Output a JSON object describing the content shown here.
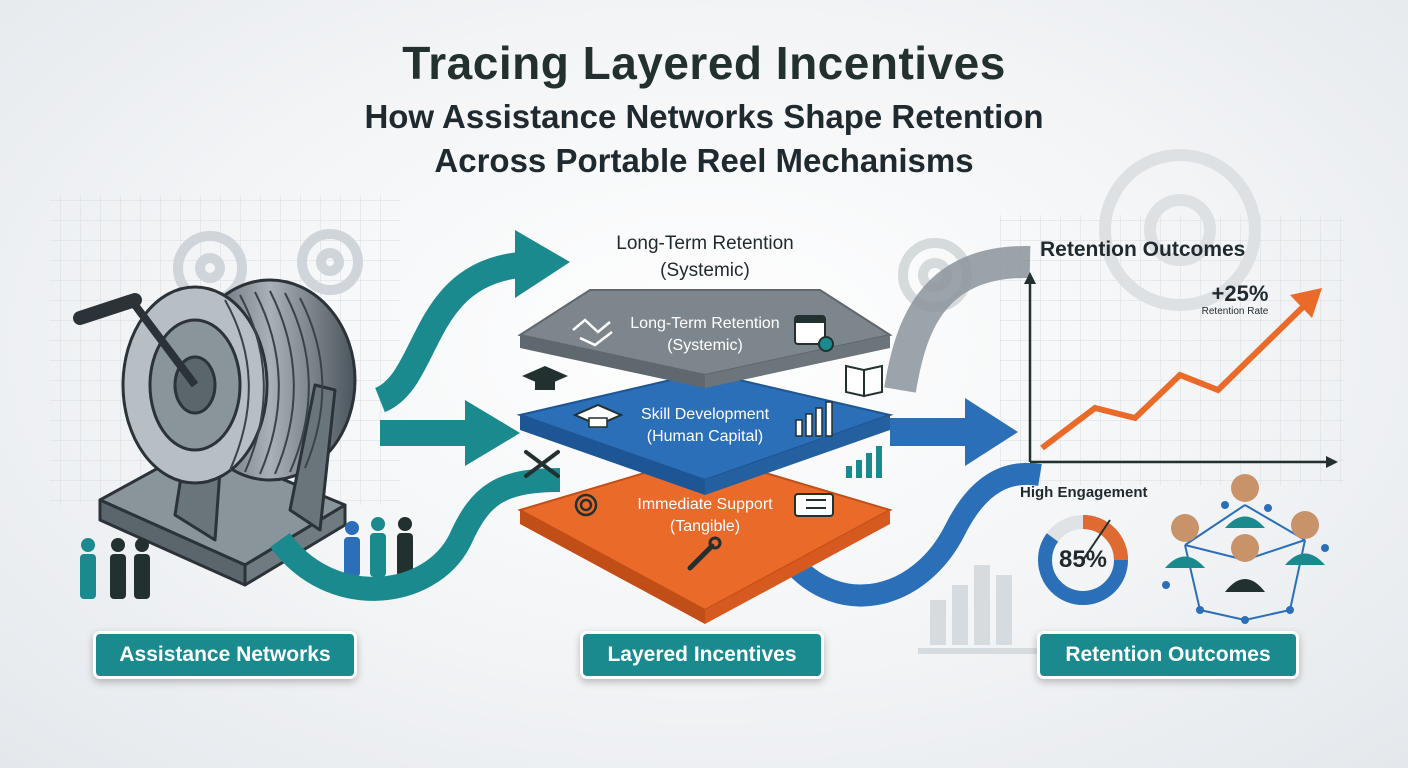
{
  "title": {
    "line1": "Tracing Layered Incentives",
    "line2": "How Assistance Networks Shape Retention",
    "line3": "Across Portable Reel Mechanisms"
  },
  "top_label": {
    "line1": "Long-Term Retention",
    "line2": "(Systemic)"
  },
  "layers": [
    {
      "title": "Long-Term Retention",
      "subtitle": "(Systemic)",
      "color": "#7d868c"
    },
    {
      "title": "Skill Development",
      "subtitle": "(Human Capital)",
      "color": "#2a6fb8"
    },
    {
      "title": "Immediate Support",
      "subtitle": "(Tangible)",
      "color": "#ea6a2a"
    }
  ],
  "outcomes": {
    "title": "Retention Outcomes",
    "growth_value": "+25%",
    "growth_label": "Retention Rate",
    "engagement_label": "High Engagement",
    "engagement_value": "85%",
    "engagement_fraction": 0.85
  },
  "badges": {
    "left": "Assistance Networks",
    "center": "Layered Incentives",
    "right": "Retention Outcomes"
  },
  "colors": {
    "teal": "#1a8a8e",
    "blue": "#2a6fb8",
    "orange": "#ea6a2a",
    "gray": "#7d868c",
    "dark": "#1f2a30"
  },
  "icons": [
    "reel-machine-icon",
    "people-group-icon",
    "handshake-icon",
    "calendar-gear-icon",
    "graduation-cap-icon",
    "book-icon",
    "bar-chart-up-icon",
    "tools-icon",
    "cable-icon",
    "ticket-icon",
    "wrench-icon",
    "trend-chart-icon",
    "donut-gauge-icon",
    "team-network-icon"
  ]
}
